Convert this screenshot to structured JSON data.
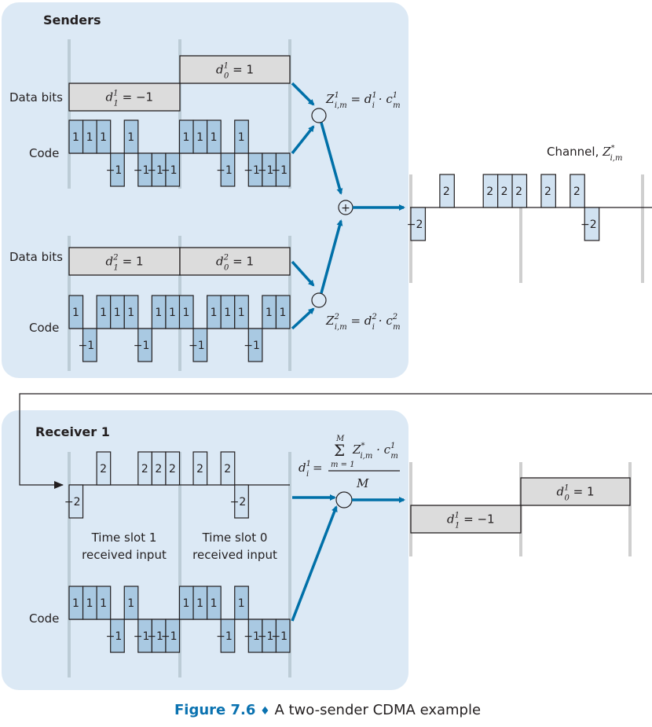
{
  "figure": {
    "caption_label": "Figure 7.6",
    "caption_separator": "♦",
    "caption_text": "A two-sender CDMA example"
  },
  "senders": {
    "title": "Senders",
    "data_bits_label": "Data bits",
    "code_label": "Code",
    "sender1": {
      "bits": [
        {
          "slot": 1,
          "label": "= −1",
          "value": -1,
          "sym": "d",
          "sup": "1",
          "sub": "1"
        },
        {
          "slot": 0,
          "label": "= 1",
          "value": 1,
          "sym": "d",
          "sup": "1",
          "sub": "0"
        }
      ],
      "code": [
        1,
        1,
        1,
        -1,
        1,
        -1,
        -1,
        -1
      ],
      "equation": {
        "lhs": "Z",
        "lhs_sub": "i,m",
        "lhs_sup": "1",
        "rhs1": "d",
        "rhs1_sub": "i",
        "rhs1_sup": "1",
        "dot": "·",
        "rhs2": "c",
        "rhs2_sub": "m",
        "rhs2_sup": "1"
      }
    },
    "sender2": {
      "bits": [
        {
          "slot": 1,
          "label": "= 1",
          "value": 1,
          "sym": "d",
          "sup": "2",
          "sub": "1"
        },
        {
          "slot": 0,
          "label": "= 1",
          "value": 1,
          "sym": "d",
          "sup": "2",
          "sub": "0"
        }
      ],
      "code": [
        1,
        -1,
        1,
        1,
        1,
        -1,
        1,
        1
      ],
      "equation": {
        "lhs": "Z",
        "lhs_sub": "i,m",
        "lhs_sup": "2",
        "rhs1": "d",
        "rhs1_sub": "i",
        "rhs1_sup": "2",
        "dot": "·",
        "rhs2": "c",
        "rhs2_sub": "m",
        "rhs2_sup": "2"
      }
    },
    "sum_symbol": "+"
  },
  "channel": {
    "label": "Channel,",
    "sym": "Z",
    "sup": "*",
    "sub": "i,m",
    "values": [
      -2,
      0,
      2,
      0,
      0,
      2,
      2,
      2,
      0,
      2,
      0,
      2,
      -2,
      0,
      0,
      0
    ]
  },
  "receiver": {
    "title": "Receiver 1",
    "code_label": "Code",
    "received": [
      -2,
      0,
      2,
      0,
      0,
      2,
      2,
      2,
      0,
      2,
      0,
      2,
      -2,
      0,
      0,
      0
    ],
    "slot1_label_line1": "Time slot 1",
    "slot1_label_line2": "received input",
    "slot0_label_line1": "Time slot 0",
    "slot0_label_line2": "received input",
    "code": [
      1,
      1,
      1,
      -1,
      1,
      -1,
      -1,
      -1
    ],
    "formula": {
      "lhs": "d",
      "lhs_sub": "i",
      "lhs_sup": "1",
      "eq": "=",
      "sum": "Σ",
      "sum_top": "M",
      "sum_bottom": "m = 1",
      "term": "Z",
      "term_sup": "*",
      "term_sub": "i,m",
      "dot": "·",
      "c": "c",
      "c_sub": "m",
      "c_sup": "1",
      "denominator": "M"
    },
    "output_bits": [
      {
        "slot": 1,
        "label": "= −1",
        "value": -1,
        "sym": "d",
        "sup": "1",
        "sub": "1"
      },
      {
        "slot": 0,
        "label": "= 1",
        "value": 1,
        "sym": "d",
        "sup": "1",
        "sub": "0"
      }
    ]
  },
  "colors": {
    "panel": "#dce9f5",
    "chip": "#a9c9e2",
    "channel_chip": "#d1e2f1",
    "bit_box": "#dcdcdc",
    "arrow": "#0070a8",
    "caption_accent": "#0a72b0"
  }
}
